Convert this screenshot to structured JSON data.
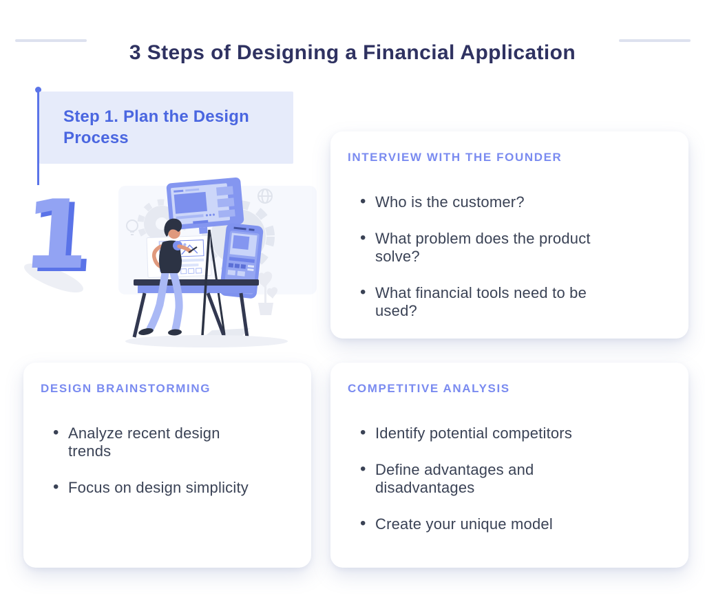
{
  "title": "3 Steps of Designing a Financial Application",
  "step": {
    "number": "1",
    "label": "Step 1. Plan the Design Process"
  },
  "cards": [
    {
      "heading": "INTERVIEW WITH THE FOUNDER",
      "items": [
        "Who is the customer?",
        "What problem does the product solve?",
        "What financial tools need to be used?"
      ]
    },
    {
      "heading": "DESIGN BRAINSTORMING",
      "items": [
        "Analyze recent design trends",
        "Focus on design simplicity"
      ]
    },
    {
      "heading": "COMPETITIVE ANALYSIS",
      "items": [
        "Identify potential competitors",
        "Define advantages and disadvantages",
        "Create your unique model"
      ]
    }
  ],
  "illustration": {
    "name": "designer-at-drawing-board",
    "step_numeral": "1"
  },
  "colors": {
    "title_text": "#2f3261",
    "accent_blue": "#5b74e8",
    "step_label": "#4a66e0",
    "step_box_bg": "#e6ebfa",
    "card_heading": "#7a8bf0",
    "body_text": "#3a4255",
    "illustration_blue": "#7d90ee",
    "rule_gray": "#dde1ef"
  }
}
